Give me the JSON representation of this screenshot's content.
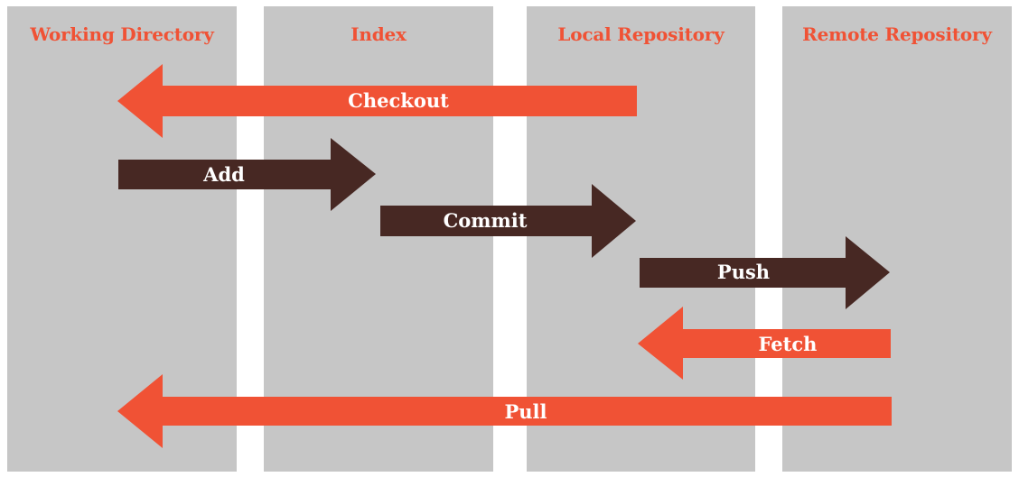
{
  "colors": {
    "column_bg": "#c6c6c6",
    "title_color": "#f05235",
    "backward_arrow": "#f05235",
    "forward_arrow": "#472823",
    "label_color": "#ffffff"
  },
  "columns": [
    {
      "label": "Working Directory"
    },
    {
      "label": "Index"
    },
    {
      "label": "Local Repository"
    },
    {
      "label": "Remote Repository"
    }
  ],
  "arrows": [
    {
      "label": "Checkout",
      "from": "Local Repository",
      "to": "Working Directory",
      "direction": "left"
    },
    {
      "label": "Add",
      "from": "Working Directory",
      "to": "Index",
      "direction": "right"
    },
    {
      "label": "Commit",
      "from": "Index",
      "to": "Local Repository",
      "direction": "right"
    },
    {
      "label": "Push",
      "from": "Local Repository",
      "to": "Remote Repository",
      "direction": "right"
    },
    {
      "label": "Fetch",
      "from": "Remote Repository",
      "to": "Local Repository",
      "direction": "left"
    },
    {
      "label": "Pull",
      "from": "Remote Repository",
      "to": "Working Directory",
      "direction": "left"
    }
  ]
}
